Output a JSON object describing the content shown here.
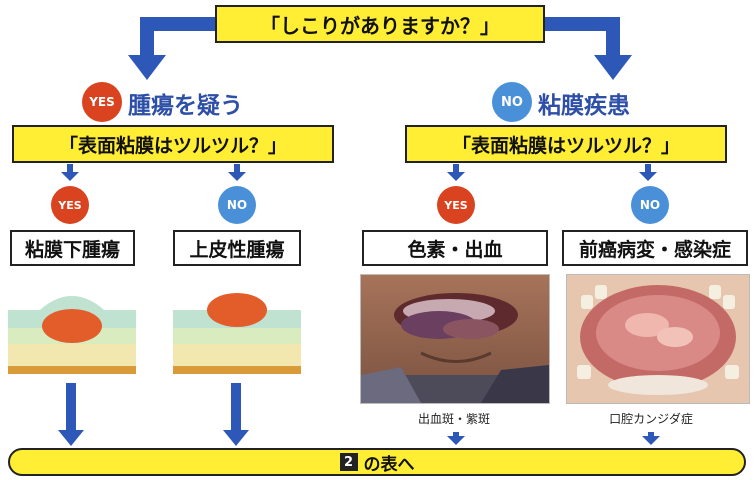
{
  "top_question": "「しこりがありますか？」",
  "left_branch": {
    "badge": "YES",
    "heading": "腫瘍を疑う",
    "question": "「表面粘膜はツルツル？」",
    "yes_badge": "YES",
    "no_badge": "NO",
    "yes_result": "粘膜下腫瘍",
    "no_result": "上皮性腫瘍"
  },
  "right_branch": {
    "badge": "NO",
    "heading": "粘膜疾患",
    "question": "「表面粘膜はツルツル？」",
    "yes_badge": "YES",
    "no_badge": "NO",
    "yes_result": "色素・出血",
    "no_result": "前癌病変・感染症",
    "yes_caption": "出血斑・紫斑",
    "no_caption": "口腔カンジダ症"
  },
  "bottom_bar": {
    "number": "2",
    "text": "の表へ"
  },
  "colors": {
    "yes_red": "#d9431f",
    "no_blue": "#4a90d9",
    "arrow_blue": "#2e58b8",
    "yellow": "#ffee33",
    "heading_blue": "#2e4fa8"
  }
}
